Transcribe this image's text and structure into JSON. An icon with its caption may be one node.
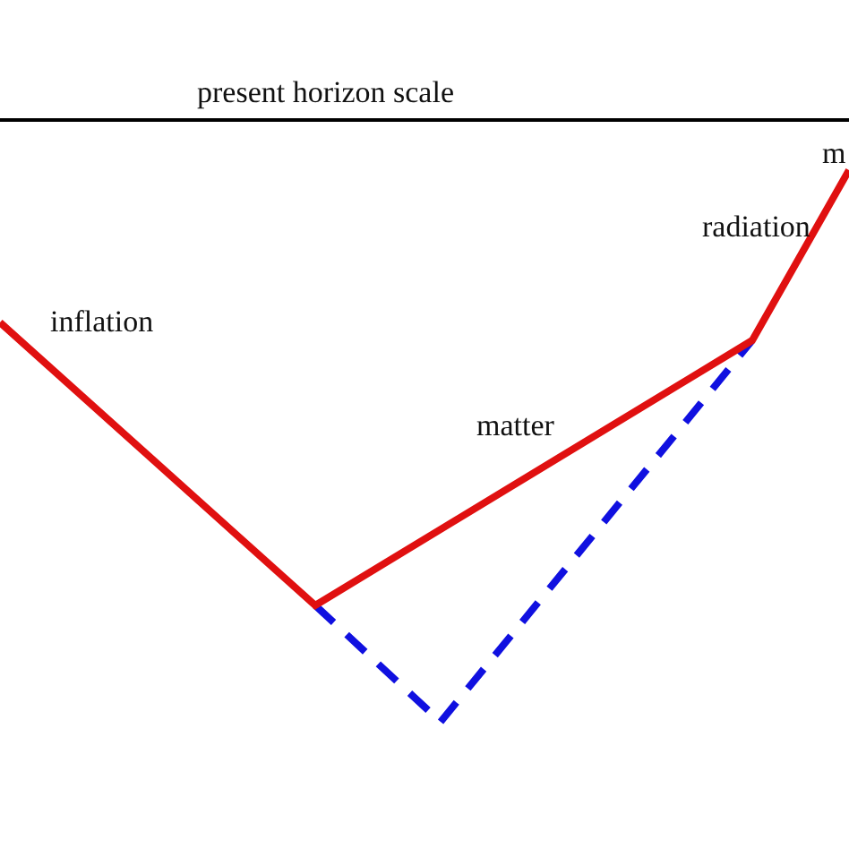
{
  "diagram": {
    "labels": [
      "present horizon scale",
      "m",
      "radiation",
      "inflation",
      "matter"
    ]
  }
}
